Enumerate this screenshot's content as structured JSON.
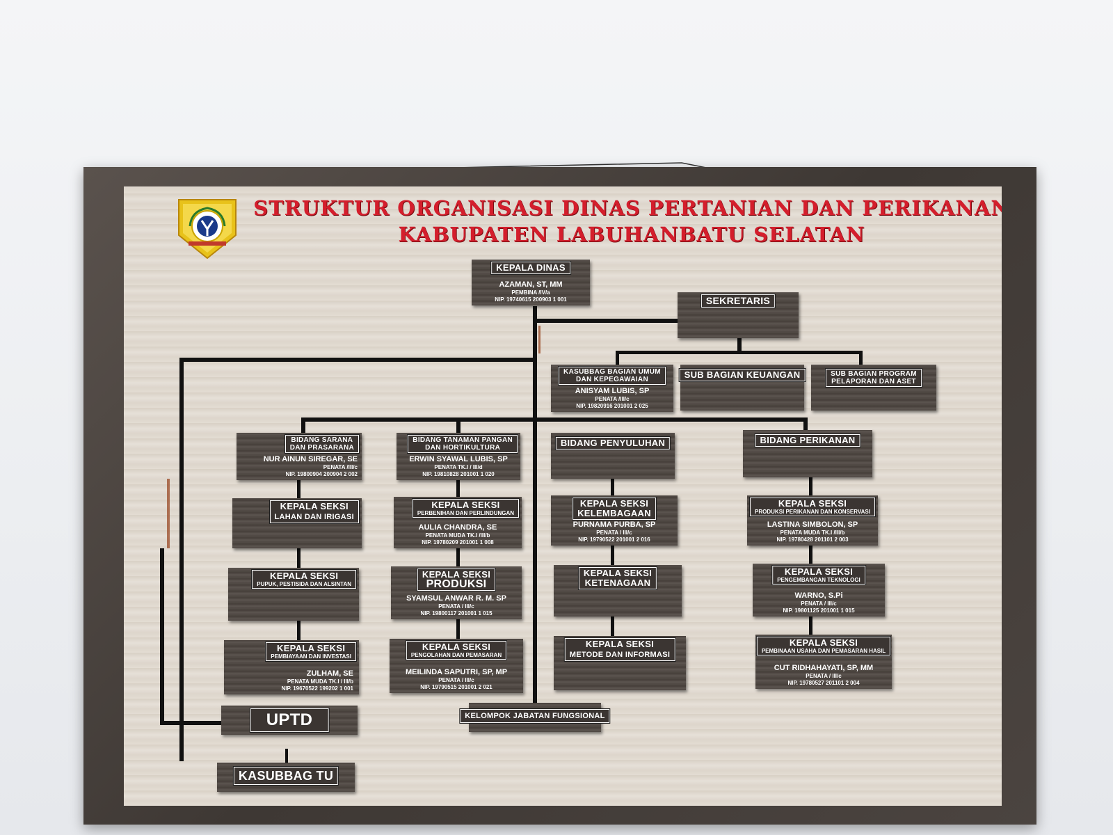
{
  "title": {
    "line1": "STRUKTUR ORGANISASI DINAS PERTANIAN DAN PERIKANAN",
    "line2": "KABUPATEN LABUHANBATU SELATAN"
  },
  "kepala_dinas": {
    "label": "KEPALA DINAS",
    "name": "AZAMAN, ST, MM",
    "rank": "PEMBINA /IV/a",
    "nip": "NIP. 19740615 200903 1 001"
  },
  "sekretaris": {
    "label": "SEKRETARIS"
  },
  "kasubbag_umum": {
    "label1": "KASUBBAG BAGIAN UMUM",
    "label2": "DAN KEPEGAWAIAN",
    "name": "ANISYAM LUBIS, SP",
    "rank": "PENATA /III/c",
    "nip": "NIP. 19820916 201001 2 025"
  },
  "sub_keuangan": {
    "label": "SUB BAGIAN KEUANGAN"
  },
  "sub_program": {
    "label1": "SUB BAGIAN PROGRAM",
    "label2": "PELAPORAN DAN ASET"
  },
  "bidang_sarana": {
    "label1": "BIDANG SARANA",
    "label2": "DAN PRASARANA",
    "name": "NUR AINUN SIREGAR, SE",
    "rank": "PENATA /III/c",
    "nip": "NIP. 19800904 200904 2 002"
  },
  "seksi_lahan": {
    "label1": "KEPALA SEKSI",
    "label2": "LAHAN DAN IRIGASI"
  },
  "seksi_pupuk": {
    "label1": "KEPALA SEKSI",
    "label2": "PUPUK, PESTISIDA DAN ALSINTAN"
  },
  "seksi_pembiayaan": {
    "label1": "KEPALA SEKSI",
    "label2": "PEMBIAYAAN DAN INVESTASI",
    "name": "ZULHAM, SE",
    "rank": "PENATA MUDA TK.I / III/b",
    "nip": "NIP. 19670522 199202 1 001"
  },
  "uptd": {
    "label": "UPTD"
  },
  "kasubbag_tu": {
    "label": "KASUBBAG TU"
  },
  "bidang_tanaman": {
    "label1": "BIDANG TANAMAN PANGAN",
    "label2": "DAN HORTIKULTURA",
    "name": "ERWIN SYAWAL LUBIS, SP",
    "rank": "PENATA TK.I / III/d",
    "nip": "NIP. 19810828 201001 1 020"
  },
  "seksi_perbenihan": {
    "label1": "KEPALA SEKSI",
    "label2": "PERBENIHAN DAN PERLINDUNGAN",
    "name": "AULIA CHANDRA, SE",
    "rank": "PENATA MUDA TK.I /III/b",
    "nip": "NIP. 19780209 201001 1 008"
  },
  "seksi_produksi": {
    "label1": "KEPALA SEKSI",
    "label2": "PRODUKSI",
    "name": "SYAMSUL ANWAR R. M. SP",
    "rank": "PENATA / III/c",
    "nip": "NIP. 19800117 201001 1 015"
  },
  "seksi_pengolahan": {
    "label1": "KEPALA SEKSI",
    "label2": "PENGOLAHAN DAN PEMASARAN",
    "name": "MEILINDA SAPUTRI, SP, MP",
    "rank": "PENATA / III/c",
    "nip": "NIP. 19790515 201001 2 021"
  },
  "kelompok_jabatan": {
    "label": "KELOMPOK JABATAN FUNGSIONAL"
  },
  "bidang_penyuluhan": {
    "label": "BIDANG PENYULUHAN"
  },
  "seksi_kelembagaan": {
    "label1": "KEPALA SEKSI",
    "label2": "KELEMBAGAAN",
    "name": "PURNAMA PURBA, SP",
    "rank": "PENATA / III/c",
    "nip": "NIP. 19790522 201001 2 016"
  },
  "seksi_ketenagaan": {
    "label1": "KEPALA SEKSI",
    "label2": "KETENAGAAN"
  },
  "seksi_metode": {
    "label1": "KEPALA SEKSI",
    "label2": "METODE DAN INFORMASI"
  },
  "bidang_perikanan": {
    "label": "BIDANG PERIKANAN"
  },
  "seksi_produksi_ikan": {
    "label1": "KEPALA SEKSI",
    "label2": "PRODUKSI PERIKANAN DAN KONSERVASI",
    "name": "LASTINA SIMBOLON, SP",
    "rank": "PENATA MUDA TK.I /III/b",
    "nip": "NIP. 19780428 201101 2 003"
  },
  "seksi_teknologi": {
    "label1": "KEPALA SEKSI",
    "label2": "PENGEMBANGAN TEKNOLOGI",
    "name": "WARNO, S.Pi",
    "rank": "PENATA / III/c",
    "nip": "NIP. 19801125 201001 1 015"
  },
  "seksi_pembinaan": {
    "label1": "KEPALA SEKSI",
    "label2": "PEMBINAAN USAHA DAN PEMASARAN HASIL",
    "name": "CUT RIDHAHAYATI, SP, MM",
    "rank": "PENATA / III/c",
    "nip": "NIP. 19780527 201101 2 004"
  },
  "colors": {
    "title_red": "#d41e2c",
    "frame": "#4a433f",
    "plaque": "#524b46",
    "board": "#e0d9cf"
  }
}
